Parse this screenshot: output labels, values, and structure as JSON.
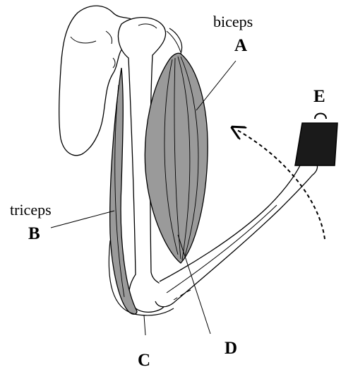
{
  "labels": {
    "biceps_word": "biceps",
    "biceps_letter": "A",
    "triceps_word": "triceps",
    "triceps_letter": "B",
    "elbow_letter": "C",
    "insertion_letter": "D",
    "weight_letter": "E"
  },
  "colors": {
    "muscle": "#9a9a9a",
    "weight": "#1a1a1a",
    "line": "#000000",
    "background": "#ffffff"
  },
  "icons": [
    "scapula-bone",
    "humerus-bone",
    "forearm-bones",
    "weight-icon",
    "arrow-icon"
  ]
}
